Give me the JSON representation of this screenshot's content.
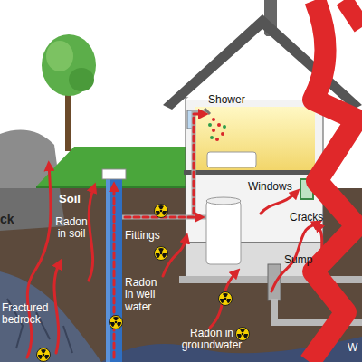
{
  "diagram": {
    "labels": [
      "ck",
      "Soil",
      "Radon in soil",
      "Fittings",
      "Radon in well water",
      "Fractured bedrock",
      "Radon in groundwater",
      "Shower",
      "Windows",
      "Cracks",
      "Sump",
      "W"
    ]
  }
}
